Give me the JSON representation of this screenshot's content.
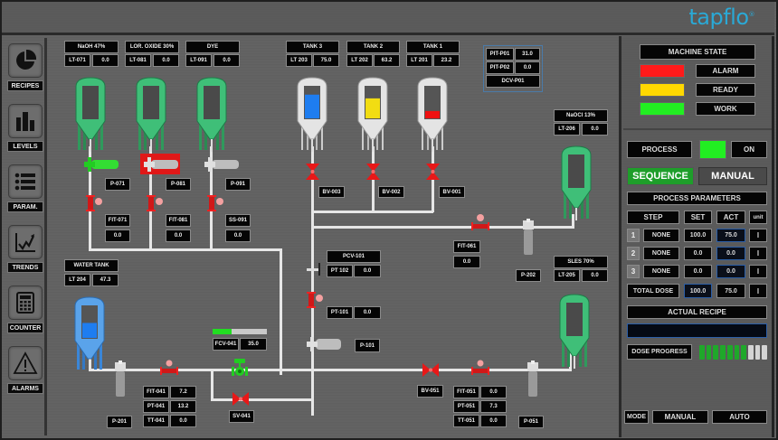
{
  "app": {
    "logo": "tapflo"
  },
  "sidebar": {
    "items": [
      {
        "label": "RECIPES",
        "icon": "pie-chart-icon"
      },
      {
        "label": "LEVELS",
        "icon": "bar-chart-icon"
      },
      {
        "label": "PARAM.",
        "icon": "list-icon"
      },
      {
        "label": "TRENDS",
        "icon": "trend-chart-icon"
      },
      {
        "label": "COUNTER",
        "icon": "calculator-icon"
      },
      {
        "label": "ALARMS",
        "icon": "warning-icon"
      }
    ]
  },
  "tanks": {
    "naoh": {
      "title": "NaOH 47%",
      "tag": "LT-071",
      "value": "0.0"
    },
    "lor": {
      "title": "LOR. OXIDE 30%",
      "tag": "LT-081",
      "value": "0.0"
    },
    "dye": {
      "title": "DYE",
      "tag": "LT-091",
      "value": "0.0"
    },
    "tank3": {
      "title": "TANK 3",
      "tag": "LT 203",
      "value": "75.0",
      "level": 0.75,
      "color": "#1e7df0"
    },
    "tank2": {
      "title": "TANK 2",
      "tag": "LT 202",
      "value": "63.2",
      "level": 0.632,
      "color": "#f2dd12"
    },
    "tank1": {
      "title": "TANK 1",
      "tag": "LT 201",
      "value": "23.2",
      "level": 0.232,
      "color": "#ee1010"
    },
    "naocl": {
      "title": "NaOCl 13%",
      "tag": "LT-206",
      "value": "0.0"
    },
    "sles": {
      "title": "SLES 70%",
      "tag": "LT-205",
      "value": "0.0"
    },
    "water": {
      "title": "WATER TANK",
      "tag": "LT 204",
      "value": "47.3",
      "level": 0.473
    }
  },
  "pit": {
    "rows": [
      {
        "tag": "PIT-P01",
        "value": "31.0"
      },
      {
        "tag": "PIT-P02",
        "value": "0.0"
      }
    ],
    "valve": "DCV-P01"
  },
  "pumps": {
    "p071": "P-071",
    "p081": "P-081",
    "p091": "P-091",
    "p101": "P-101",
    "p201": "P-201",
    "p202": "P-202",
    "p051": "P-051"
  },
  "flow": {
    "fit071": {
      "tag": "FIT-071",
      "value": "0.0"
    },
    "fit081": {
      "tag": "FIT-081",
      "value": "0.0"
    },
    "ss091": {
      "tag": "SS-091",
      "value": "0.0"
    },
    "fit061": {
      "tag": "FIT-061",
      "value": "0.0"
    }
  },
  "valves": {
    "bv003": "BV-003",
    "bv002": "BV-002",
    "bv001": "BV-001",
    "bv051": "BV-051",
    "sv041": "SV-041"
  },
  "pcv101": {
    "title": "PCV-101",
    "pt102_tag": "PT 102",
    "pt102_value": "0.0",
    "pt101_tag": "PT-101",
    "pt101_value": "0.0"
  },
  "fcv041": {
    "tag": "FCV-041",
    "value": "35.0",
    "progress": 0.35
  },
  "line041": [
    {
      "tag": "FIT-041",
      "value": "7.2"
    },
    {
      "tag": "PT-041",
      "value": "13.2"
    },
    {
      "tag": "TT-041",
      "value": "0.0"
    }
  ],
  "line051": [
    {
      "tag": "FIT-051",
      "value": "0.0"
    },
    {
      "tag": "PT-051",
      "value": "7.3"
    },
    {
      "tag": "TT-051",
      "value": "0.0"
    }
  ],
  "machine_state": {
    "title": "MACHINE STATE",
    "states": [
      {
        "label": "ALARM",
        "color": "#ff1a1a"
      },
      {
        "label": "READY",
        "color": "#ffd800"
      },
      {
        "label": "WORK",
        "color": "#22ee22"
      }
    ]
  },
  "process": {
    "label": "PROCESS",
    "status": "ON",
    "indicator_color": "#22ee22"
  },
  "mode_tabs": {
    "sequence": "SEQUENCE",
    "manual": "MANUAL"
  },
  "params": {
    "title": "PROCESS PARAMETERS",
    "headers": {
      "step": "STEP",
      "set": "SET",
      "act": "ACT",
      "unit": "unit"
    },
    "rows": [
      {
        "n": "1",
        "name": "NONE",
        "set": "100.0",
        "act": "75.0",
        "unit": "l"
      },
      {
        "n": "2",
        "name": "NONE",
        "set": "0.0",
        "act": "0.0",
        "unit": "l"
      },
      {
        "n": "3",
        "name": "NONE",
        "set": "0.0",
        "act": "0.0",
        "unit": "l"
      }
    ],
    "total": {
      "label": "TOTAL DOSE",
      "set": "100.0",
      "act": "75.0",
      "unit": "l"
    }
  },
  "recipe": {
    "title": "ACTUAL RECIPE",
    "value": ""
  },
  "dose": {
    "label": "DOSE PROGRESS",
    "filled": 7,
    "total": 10
  },
  "mode": {
    "label": "MODE",
    "manual": "MANUAL",
    "auto": "AUTO"
  }
}
